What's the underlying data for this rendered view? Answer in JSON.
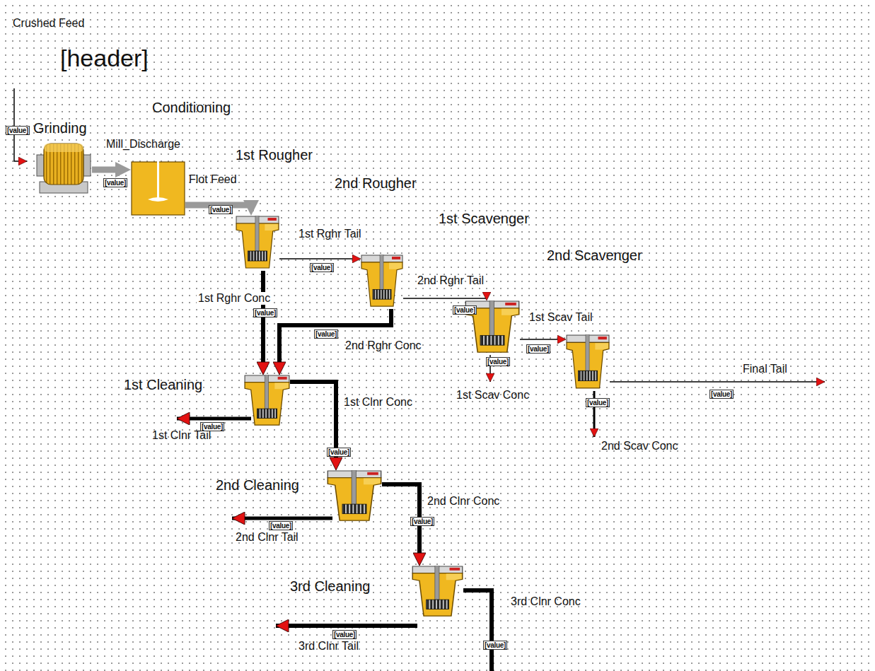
{
  "diagram": {
    "title": "[header]",
    "nodes": [
      {
        "text": [
          "Grinding"
        ]
      },
      {
        "text": [
          "Conditioning"
        ]
      },
      {
        "text": [
          "1st Rougher"
        ]
      },
      {
        "text": [
          "2nd Rougher"
        ]
      },
      {
        "text": [
          "1st Scavenger"
        ]
      },
      {
        "text": [
          "2nd Scavenger"
        ]
      },
      {
        "text": [
          "1st Cleaning"
        ]
      },
      {
        "text": [
          "2nd Cleaning"
        ]
      },
      {
        "text": [
          "3rd Cleaning"
        ]
      }
    ],
    "edges": [
      {
        "from": 0,
        "to": 1,
        "arrow": "to",
        "label": "Mill_Discharge"
      },
      {
        "from": 1,
        "to": 2,
        "arrow": "to",
        "label": "Flot Feed"
      },
      {
        "from": 2,
        "to": 3,
        "arrow": "to",
        "label": "1st Rghr Tail"
      },
      {
        "from": 3,
        "to": 4,
        "arrow": "to",
        "label": "2nd Rghr Tail"
      },
      {
        "from": 4,
        "to": 5,
        "arrow": "to",
        "label": "1st Scav Tail"
      },
      {
        "from": 2,
        "to": 6,
        "arrow": "to",
        "label": "1st Rghr Conc"
      },
      {
        "from": 3,
        "to": 6,
        "arrow": "to",
        "label": "2nd Rghr Conc"
      },
      {
        "from": 6,
        "to": 7,
        "arrow": "to",
        "label": "1st Clnr Conc"
      },
      {
        "from": 7,
        "to": 8,
        "arrow": "to",
        "label": "2nd Clnr Conc"
      }
    ],
    "labels": [
      "Crushed Feed",
      "1st Scav Conc",
      "Final Tail",
      "2nd Scav Conc",
      "1st Clnr Tail",
      "2nd Clnr Tail",
      "3rd Clnr Tail",
      "3rd Clnr Conc",
      "[value]",
      "[value]",
      "[value]",
      "[value]",
      "[value]",
      "[value]",
      "[value]",
      "[value]",
      "[value]",
      "[value]",
      "[value]",
      "[value]",
      "[value]",
      "[value]",
      "[value]",
      "[value]",
      "[value]"
    ]
  }
}
